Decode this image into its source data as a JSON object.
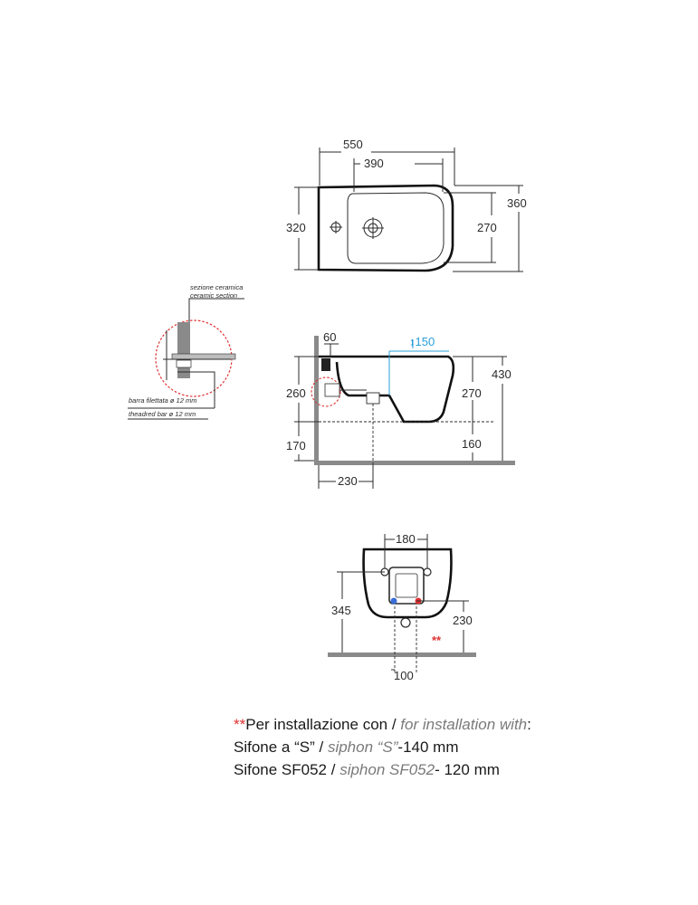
{
  "top_view": {
    "width_total": "550",
    "width_basin": "390",
    "depth_left": "320",
    "depth_basin": "270",
    "depth_total": "360"
  },
  "side_view": {
    "wall_offset": "60",
    "tap_height": "150",
    "height_total": "430",
    "supply_height": "260",
    "rim_height": "270",
    "floor_offset": "170",
    "outlet_height": "160",
    "outlet_distance": "230"
  },
  "section_detail": {
    "label_ceramic_it": "sezione ceramica",
    "label_ceramic_en": "ceramic section",
    "label_bar_it": "barra filettata ø 12 mm",
    "label_bar_en": "theadred bar ø 12 mm"
  },
  "rear_view": {
    "fixing_distance": "180",
    "fixing_height": "345",
    "drain_height": "230",
    "marker": "**",
    "drain_offset": "100"
  },
  "note": {
    "marker": "**",
    "line1_it": "Per installazione con / ",
    "line1_en": "for installation with",
    "line1_end": ":",
    "line2_it": "Sifone a “S” / ",
    "line2_en": "siphon “S”",
    "line2_end": "-140 mm",
    "line3_it": "Sifone SF052 / ",
    "line3_en": "siphon SF052",
    "line3_end": "- 120 mm"
  },
  "colors": {
    "accent_blue": "#2a9fd8",
    "marker_red": "#e03030",
    "wall_grey": "#8a8a8a"
  }
}
